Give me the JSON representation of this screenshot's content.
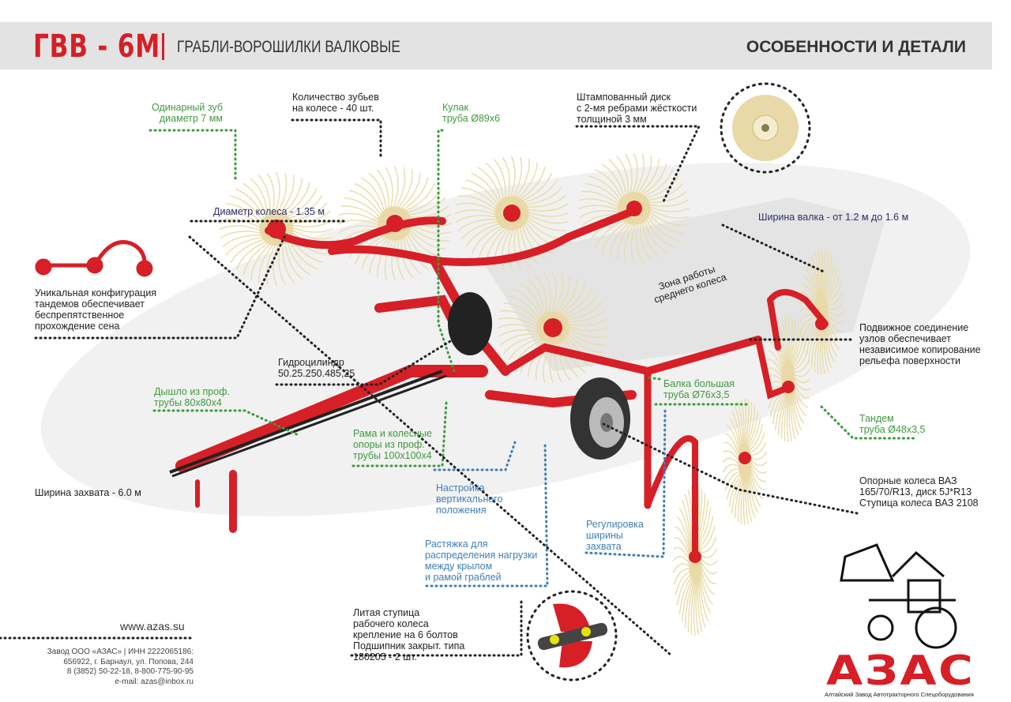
{
  "header": {
    "model": "ГВВ - 6М",
    "subtitle": "ГРАБЛИ-ВОРОШИЛКИ ВАЛКОВЫЕ",
    "features": "ОСОБЕННОСТИ И ДЕТАЛИ"
  },
  "callouts": {
    "tooth": [
      "Одинарный зуб",
      "диаметр 7 мм"
    ],
    "teeth_count": [
      "Количество зубьев",
      "на колесе - 40 шт."
    ],
    "cam": [
      "Кулак",
      "труба Ø89х6"
    ],
    "disc": [
      "Штампованный диск",
      "с 2-мя ребрами жёсткости",
      "толщиной 3 мм"
    ],
    "wheel_diameter": "Диаметр колеса - 1.35 м",
    "roll_width": "Ширина валка -  от 1.2 м до 1.6 м",
    "tandem_config": [
      "Уникальная конфигурация",
      "тандемов обеспечивает",
      "беспрепятственное",
      "прохождение сена"
    ],
    "work_zone": [
      "Зона работы",
      "среднего колеса"
    ],
    "mobile_joint": [
      "Подвижное соединение",
      "узлов обеспечивает",
      "независимое копирование",
      "рельефа поверхности"
    ],
    "hydro": [
      "Гидроцилиндр",
      "50.25.250.485,25"
    ],
    "big_beam": [
      "Балка большая",
      "труба Ø76х3,5"
    ],
    "drawbar": [
      "Дышло из проф.",
      "трубы 80х80х4"
    ],
    "tandem": [
      "Тандем",
      "труба Ø48х3,5"
    ],
    "frame": [
      "Рама и колесные",
      "опоры из проф.",
      "трубы 100х100х4"
    ],
    "support_wheels": [
      "Опорные колеса ВАЗ",
      "165/70/R13, диск 5J*R13",
      "Ступица колеса ВАЗ 2108"
    ],
    "work_width": "Ширина захвата  - 6.0 м",
    "vertical_adj": [
      "Настройка",
      "вертикального",
      "положения"
    ],
    "width_adj": [
      "Регулировка",
      "ширины",
      "захвата"
    ],
    "brace": [
      "Растяжка для",
      "распределения нагрузки",
      "между крылом",
      "и рамой граблей"
    ],
    "hub": [
      "Литая ступица",
      "рабочего колеса",
      "крепление на 6 болтов",
      "Подшипник закрыт. типа",
      "180205 - 2 шт."
    ]
  },
  "footer": {
    "website": "www.azas.su",
    "company_lines": [
      "Завод ООО «АЗАС» | ИНН 2222065186:",
      "656922, г. Барнаул, ул. Попова, 244",
      "8 (3852) 50-22-18, 8-800-775-90-95",
      "e-mail: azas@inbox.ru"
    ],
    "brand": "АЗАС",
    "tagline": "Алтайский Завод Автотракторного Спецоборудования"
  },
  "colors": {
    "brand_red": "#d61f26",
    "callout_green": "#3d9a3d",
    "callout_blue": "#3f7fb5",
    "callout_navy": "#2b2e6e",
    "rake_cream": "#e9dcaa"
  }
}
